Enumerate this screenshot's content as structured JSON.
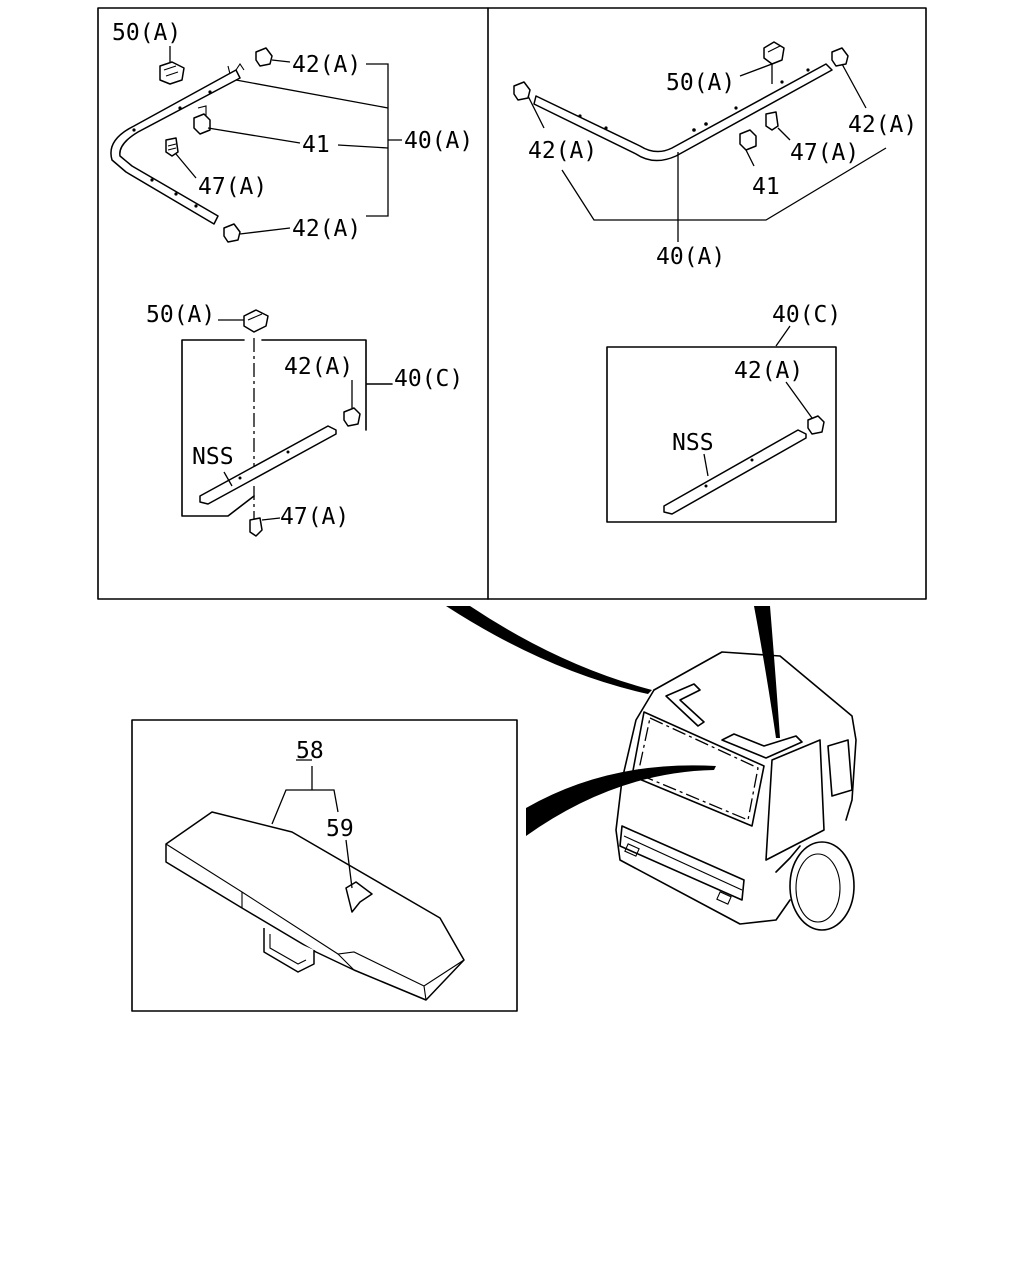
{
  "callouts": {
    "tl_50a": "50(A)",
    "tl_42a_top": "42(A)",
    "tl_40a": "40(A)",
    "tl_41": "41",
    "tl_47a": "47(A)",
    "tl_42a_bottom": "42(A)",
    "bl_50a": "50(A)",
    "bl_42a": "42(A)",
    "bl_40c": "40(C)",
    "bl_nss": "NSS",
    "bl_47a": "47(A)",
    "tr_50a": "50(A)",
    "tr_42a_right": "42(A)",
    "tr_42a_left": "42(A)",
    "tr_47a": "47(A)",
    "tr_41": "41",
    "tr_40a": "40(A)",
    "br_40c": "40(C)",
    "br_42a": "42(A)",
    "br_nss": "NSS",
    "lower_58": "58",
    "lower_59": "59"
  }
}
